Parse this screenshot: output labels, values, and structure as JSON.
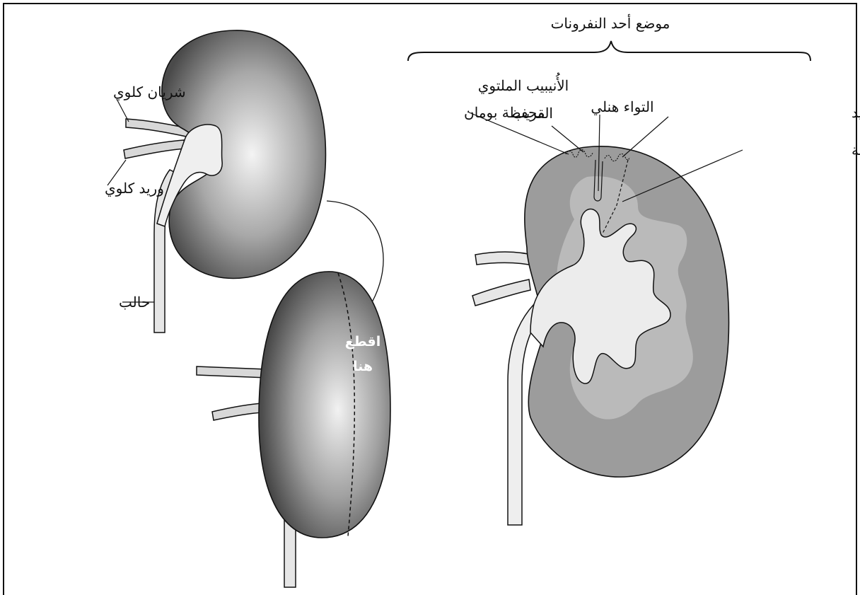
{
  "labels": {
    "nephron_location": "موضع أحد النفرونات",
    "renal_artery": "شريان كلوي",
    "renal_vein": "وريد كلوي",
    "ureter": "حالب",
    "cut_here_line1": "اقطع",
    "cut_here_line2": "هنا",
    "bowman_capsule": "محفظة بومان",
    "proximal_tubule_line1": "الأُنيبيب الملتوي",
    "proximal_tubule_line2": "القريب",
    "loop_of_henle": "التواء هنلي",
    "distal_tubule": "الأُنيبيب الملتوي البعيد",
    "collecting_duct": "القناة الجامعة"
  },
  "colors": {
    "outline": "#111111",
    "kidney_cortex": "#9a9a9a",
    "kidney_medulla": "#b8b8b8",
    "pelvis": "#ececec",
    "vessel": "#d8d8d8"
  }
}
